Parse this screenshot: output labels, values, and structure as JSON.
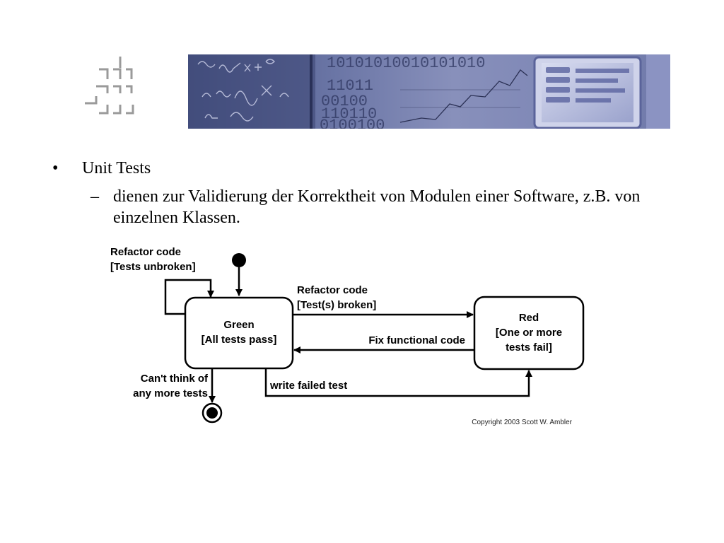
{
  "slide": {
    "bullets": [
      {
        "mark": "•",
        "text": "Unit Tests",
        "sub": [
          {
            "mark": "–",
            "text": "dienen zur Validierung der Korrektheit von Modulen einer Software, z.B. von einzelnen Klassen."
          }
        ]
      }
    ]
  },
  "banner": {
    "binary_lines": [
      "10101010010101010",
      "11011",
      "00100",
      "110110",
      "0100100"
    ]
  },
  "diagram": {
    "states": {
      "green": {
        "lines": [
          "Green",
          "[All tests pass]"
        ]
      },
      "red": {
        "lines": [
          "Red",
          "[One or more",
          "tests fail]"
        ]
      }
    },
    "transitions": {
      "self_refactor": [
        "Refactor code",
        "[Tests unbroken]"
      ],
      "refactor_broken": [
        "Refactor code",
        "[Test(s) broken]"
      ],
      "fix_code": "Fix functional code",
      "write_test": "write failed test",
      "finish": [
        "Can't think of",
        "any more tests"
      ]
    },
    "copyright": "Copyright 2003 Scott W. Ambler"
  }
}
